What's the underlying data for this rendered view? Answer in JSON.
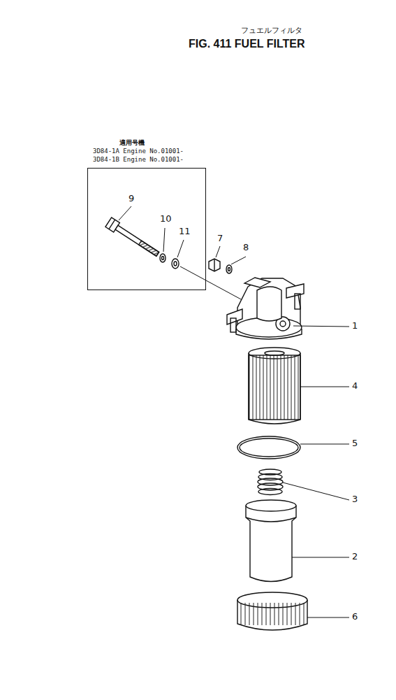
{
  "diagram": {
    "title": "FIG. 411 FUEL FILTER",
    "nodes": [
      {
        "text": [
          "適用号機",
          "3D84-1A Engine No.01001-",
          "3D84-1B Engine No.01001-"
        ]
      }
    ],
    "labels": [
      "フュエルフィルタ",
      "9",
      "10",
      "11",
      "7",
      "8",
      "1",
      "4",
      "5",
      "3",
      "2",
      "6"
    ]
  }
}
